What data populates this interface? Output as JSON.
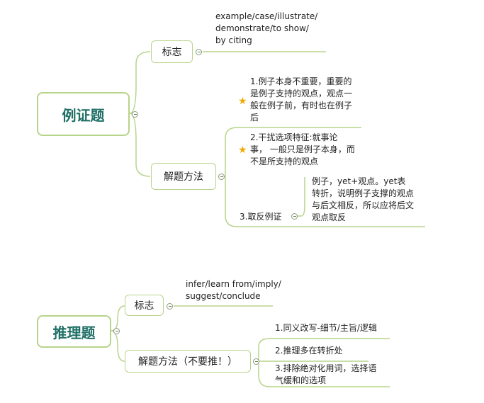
{
  "section1": {
    "title": "例证题",
    "biaozhi": {
      "label": "标志",
      "text": [
        "example/case/illustrate/",
        "demonstrate/to show/",
        "by citing"
      ]
    },
    "method": {
      "label": "解题方法",
      "item1": [
        "1.例子本身不重要，重要的",
        "是例子支持的观点，观点一",
        "般在例子前，有时也在例子",
        "后"
      ],
      "item2": [
        "2.干扰选项特征:就事论",
        "事， 一般只是例子本身，而",
        "不是所支持的观点"
      ],
      "item3": {
        "label": "3.取反例证",
        "detail": [
          "例子，yet+观点。yet表",
          "转折，说明例子支撑的观点",
          "与后文相反，所以应将后文",
          "观点取反"
        ]
      }
    }
  },
  "section2": {
    "title": "推理题",
    "biaozhi": {
      "label": "标志",
      "text": [
        "infer/learn from/imply/",
        "suggest/conclude"
      ]
    },
    "method": {
      "label": "解题方法（不要推！）",
      "item1": "1.同义改写-细节/主旨/逻辑",
      "item2": "2.推理多在转折处",
      "item3": [
        "3.排除绝对化用词，选择语",
        "气缓和的选项"
      ]
    }
  },
  "colors": {
    "border": "#b8d48a",
    "title": "#1f6f66",
    "star": "#f0a800"
  },
  "icons": {
    "star": "star-icon",
    "collapse": "collapse-minus-icon"
  }
}
